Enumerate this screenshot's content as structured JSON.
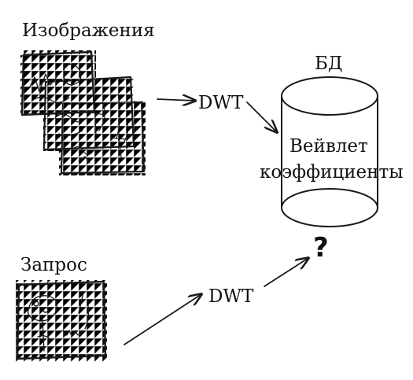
{
  "labels": {
    "images": "Изображения",
    "query": "Запрос",
    "db": "БД",
    "dwt_top": "DWT",
    "dwt_bottom": "DWT",
    "coef_line1": "Вейвлет",
    "coef_line2": "коэффициенты",
    "unknown": "?"
  },
  "colors": {
    "ink": "#1a1a1a",
    "grid": "#e2e2e2",
    "background": "#ffffff"
  },
  "icons": {
    "image_stack": "sketch-image-stack-icon",
    "query_image": "sketch-query-image-icon",
    "database": "database-cylinder-icon"
  }
}
